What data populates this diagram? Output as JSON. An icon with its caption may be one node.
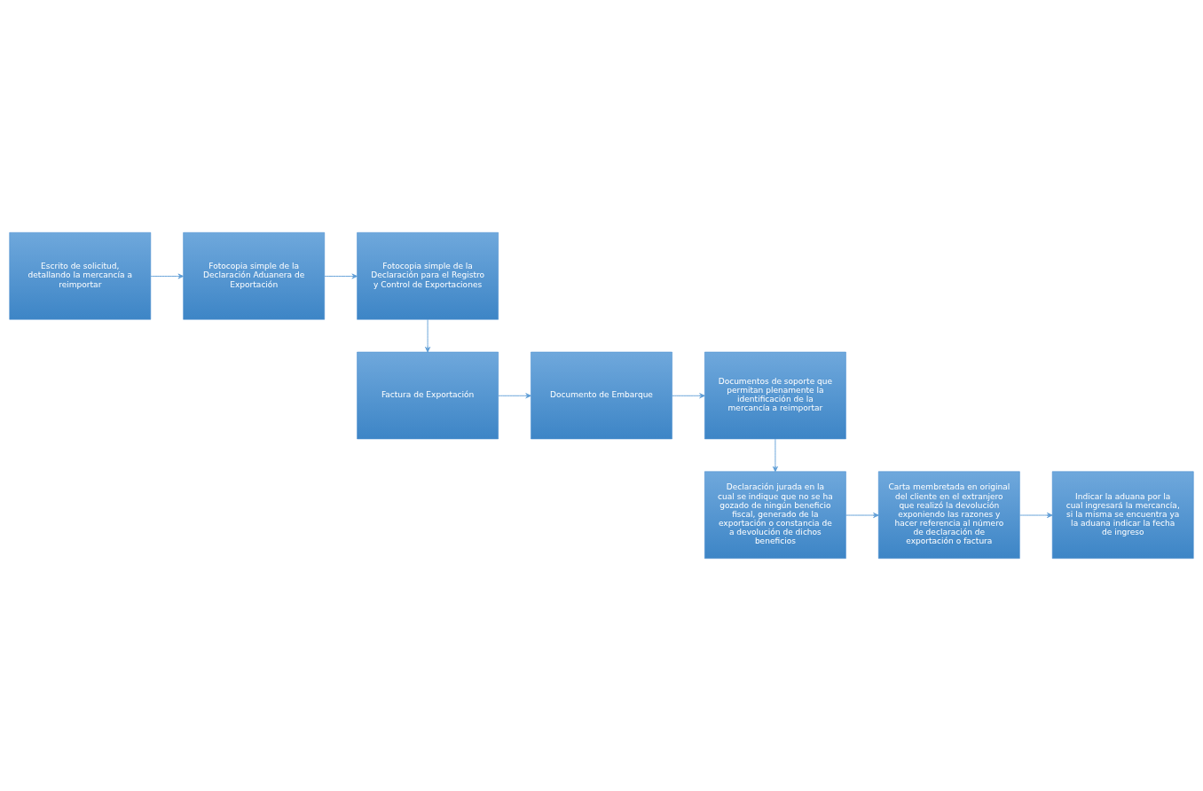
{
  "diagram": {
    "nodes": [
      {
        "text": [
          "Escrito de solicitud, detallando la mercancía a reimportar"
        ]
      },
      {
        "text": [
          "Fotocopia simple de la Declaración Aduanera de Exportación"
        ]
      },
      {
        "text": [
          "Fotocopia simple de la Declaración para el Registro y Control de Exportaciones"
        ]
      },
      {
        "text": [
          "Factura de Exportación"
        ]
      },
      {
        "text": [
          "Documento de Embarque"
        ]
      },
      {
        "text": [
          "Documentos de soporte que permitan plenamente la identificación de la mercancía a reimportar"
        ]
      },
      {
        "text": [
          "Declaración jurada en la cual se indique que no se ha gozado de ningún beneficio fiscal, generado de la exportación o constancia de a devolución de dichos beneficios"
        ]
      },
      {
        "text": [
          "Carta membretada en original del cliente en el extranjero que realizó la devolución exponiendo las razones y hacer referencia al número de declaración de exportación o factura"
        ]
      },
      {
        "text": [
          "Indicar la aduana por la cual ingresará la mercancía, si la misma se encuentra ya la aduana indicar la fecha de ingreso"
        ]
      }
    ],
    "edges": [
      {
        "from": 0,
        "to": 1,
        "arrow": "to"
      },
      {
        "from": 1,
        "to": 2,
        "arrow": "to"
      },
      {
        "from": 2,
        "to": 3,
        "arrow": "to"
      },
      {
        "from": 3,
        "to": 4,
        "arrow": "to"
      },
      {
        "from": 4,
        "to": 5,
        "arrow": "to"
      },
      {
        "from": 5,
        "to": 6,
        "arrow": "to"
      },
      {
        "from": 6,
        "to": 7,
        "arrow": "to"
      },
      {
        "from": 7,
        "to": 8,
        "arrow": "to"
      }
    ]
  }
}
